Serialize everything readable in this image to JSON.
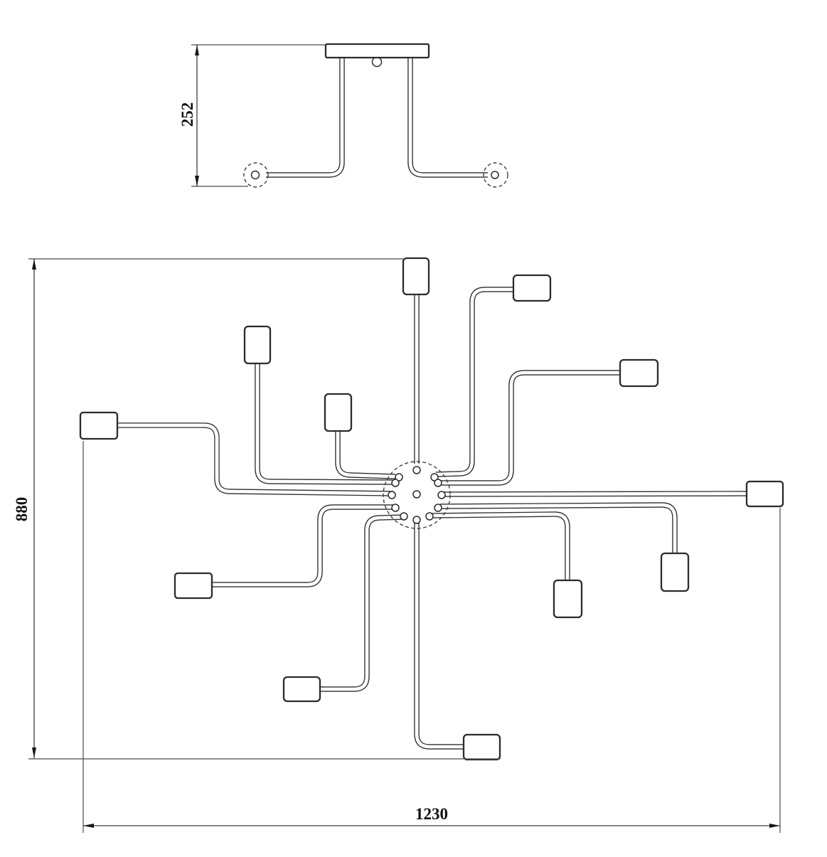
{
  "drawing": {
    "background_color": "#ffffff",
    "line_color": "#2b2b2b",
    "dimension_line_color": "#3e3e3e",
    "lamp_holder_count": 12,
    "views": {
      "side_elevation": {
        "dimension_height": "252"
      },
      "plan": {
        "dimension_height": "880",
        "dimension_width": "1230"
      }
    }
  }
}
